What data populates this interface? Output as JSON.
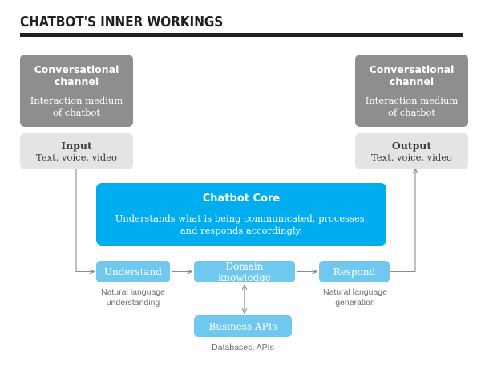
{
  "title": "CHATBOT'S INNER WORKINGS",
  "colors": {
    "core_blue": "#00adef",
    "step_blue": "#70c8ef",
    "channel_gray": "#8e8e8e",
    "io_gray": "#e4e4e4",
    "rule_black": "#231f20",
    "connector_gray": "#8c8c8c",
    "caption_gray": "#6d6d6d"
  },
  "left": {
    "channel": {
      "title": "Conversational channel",
      "subtitle": "Interaction medium of chatbot"
    },
    "io": {
      "title": "Input",
      "subtitle": "Text, voice, video"
    }
  },
  "right": {
    "channel": {
      "title": "Conversational channel",
      "subtitle": "Interaction medium of chatbot"
    },
    "io": {
      "title": "Output",
      "subtitle": "Text, voice, video"
    }
  },
  "core": {
    "title": "Chatbot Core",
    "subtitle": "Understands what is being communicated, processes, and responds accordingly."
  },
  "steps": {
    "understand": {
      "label": "Understand",
      "caption": "Natural language understanding"
    },
    "domain": {
      "label": "Domain knowledge",
      "caption": ""
    },
    "respond": {
      "label": "Respond",
      "caption": "Natural language generation"
    },
    "business": {
      "label": "Business APIs",
      "caption": "Databases, APIs"
    }
  },
  "connectors": [
    {
      "name": "input-to-understand",
      "type": "elbow-arrow",
      "direction": "down-right"
    },
    {
      "name": "understand-to-domain",
      "type": "arrow",
      "direction": "right"
    },
    {
      "name": "domain-to-respond",
      "type": "arrow",
      "direction": "right"
    },
    {
      "name": "respond-to-output",
      "type": "elbow-arrow",
      "direction": "right-up"
    },
    {
      "name": "domain-business-link",
      "type": "double-arrow",
      "direction": "vertical"
    }
  ]
}
